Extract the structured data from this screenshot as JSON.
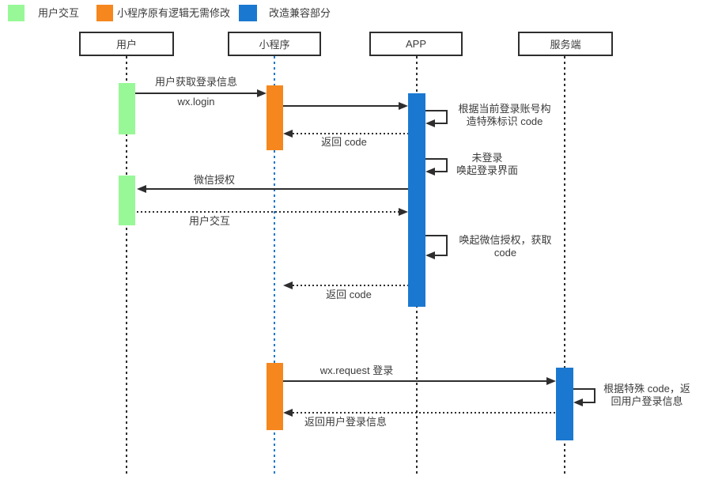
{
  "colors": {
    "green": "#98f897",
    "orange": "#f5871e",
    "blue": "#1b78d1",
    "line": "#2e2e2e",
    "text": "#3b3b3b"
  },
  "legend": {
    "items": [
      {
        "label": "用户交互",
        "color": "#98f897"
      },
      {
        "label": "小程序原有逻辑无需修改",
        "color": "#f5871e"
      },
      {
        "label": "改造兼容部分",
        "color": "#1b78d1"
      }
    ]
  },
  "actors": [
    {
      "label": "用户"
    },
    {
      "label": "小程序"
    },
    {
      "label": "APP"
    },
    {
      "label": "服务端"
    }
  ],
  "messages": [
    {
      "id": "user-login-request",
      "type": "solid",
      "from": "用户",
      "to": "小程序",
      "label_above": "用户获取登录信息",
      "label_below": "wx.login"
    },
    {
      "id": "miniprogram-to-app",
      "type": "solid",
      "from": "小程序",
      "to": "APP"
    },
    {
      "id": "build-special-code",
      "type": "self",
      "actor": "APP",
      "label": [
        "根据当前登录账号构",
        "造特殊标识 code"
      ]
    },
    {
      "id": "return-code-to-miniprogram",
      "type": "dotted",
      "from": "APP",
      "to": "小程序",
      "label": "返回 code"
    },
    {
      "id": "not-logged-in",
      "type": "self",
      "actor": "APP",
      "label": [
        "未登录",
        "唤起登录界面"
      ]
    },
    {
      "id": "wechat-authorize",
      "type": "solid",
      "from": "APP",
      "to": "用户",
      "label": "微信授权"
    },
    {
      "id": "user-interaction",
      "type": "dotted",
      "from": "用户",
      "to": "APP",
      "label": "用户交互"
    },
    {
      "id": "invoke-wechat-auth",
      "type": "self",
      "actor": "APP",
      "label": [
        "唤起微信授权，获取",
        "code"
      ]
    },
    {
      "id": "return-code-2",
      "type": "dotted",
      "from": "APP",
      "to": "小程序",
      "label": "返回 code"
    },
    {
      "id": "wx-request-login",
      "type": "solid",
      "from": "小程序",
      "to": "服务端",
      "label": "wx.request 登录"
    },
    {
      "id": "server-build-login-info",
      "type": "self",
      "actor": "服务端",
      "label": [
        "根据特殊 code，返",
        "回用户登录信息"
      ]
    },
    {
      "id": "return-user-login-info",
      "type": "dotted",
      "from": "服务端",
      "to": "小程序",
      "label": "返回用户登录信息"
    }
  ]
}
